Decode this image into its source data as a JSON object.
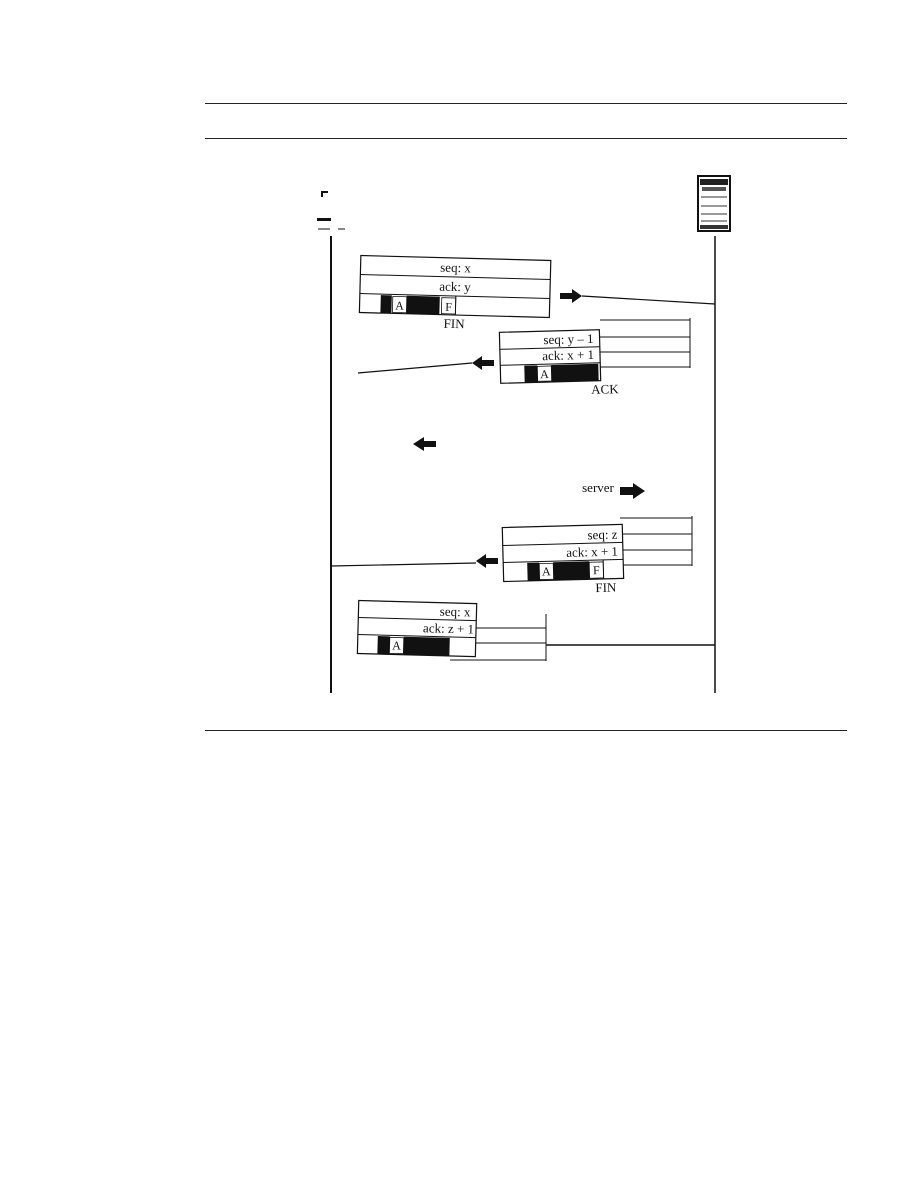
{
  "segments": {
    "fin1": {
      "seq": "seq: x",
      "ack": "ack: y",
      "flag_a": "A",
      "flag_f": "F",
      "caption": "FIN"
    },
    "ack1": {
      "seq": "seq: y – 1",
      "ack": "ack: x + 1",
      "flag_a": "A",
      "caption": "ACK"
    },
    "fin2": {
      "seq": "seq: z",
      "ack": "ack: x + 1",
      "flag_a": "A",
      "flag_f": "F",
      "caption": "FIN"
    },
    "ack2": {
      "seq": "seq: x",
      "ack": "ack: z + 1",
      "flag_a": "A"
    }
  },
  "labels": {
    "server": "server"
  },
  "icons": {
    "client": "client-computer-icon",
    "server": "server-tower-icon"
  }
}
